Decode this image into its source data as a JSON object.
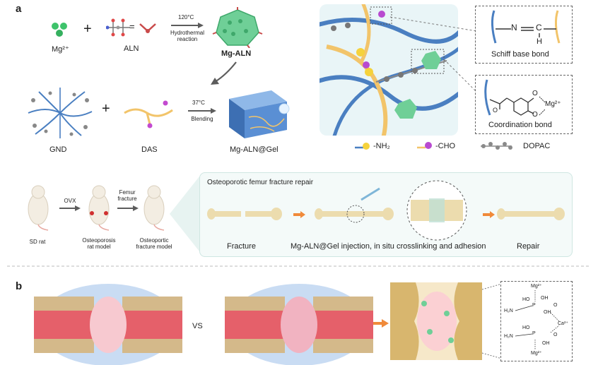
{
  "panels": {
    "a": "a",
    "b": "b"
  },
  "synthesis": {
    "mg_label": "Mg²⁺",
    "aln_label": "ALN",
    "plus": "+",
    "equals": "=",
    "temp1": "120°C",
    "step1_line1": "Hydrothermal",
    "step1_line2": "reaction",
    "mg_aln_label": "Mg-ALN",
    "gnd_label": "GND",
    "das_label": "DAS",
    "temp2": "37°C",
    "step2": "Blending",
    "gel_label": "Mg-ALN@Gel"
  },
  "bonds": {
    "schiff_formula_n": "N",
    "schiff_formula_c": "C",
    "schiff_formula_h": "H",
    "schiff_label": "Schiff base bond",
    "coord_o1": "O",
    "coord_o2": "O",
    "coord_mg": "Mg²⁺",
    "coord_label": "Coordination bond"
  },
  "legend": {
    "nh2": "-NH₂",
    "cho": "-CHO",
    "dopac": "DOPAC"
  },
  "animal": {
    "sd_rat": "SD rat",
    "ovx": "OVX",
    "femur_line1": "Femur",
    "femur_line2": "fracture",
    "osteo_line1": "Osteoporosis",
    "osteo_line2": "rat model",
    "fracture_model_line1": "Osteoportic",
    "fracture_model_line2": "fracture model"
  },
  "repair": {
    "title": "Osteoporotic femur fracture repair",
    "fracture": "Fracture",
    "injection": "Mg-ALN@Gel injection, in situ crosslinking and adhesion",
    "repair_label": "Repair"
  },
  "panel_b": {
    "vs": "VS",
    "chem": {
      "mg_top": "Mg²⁺",
      "ca": "Ca²⁺",
      "mg_bottom": "Mg²⁺",
      "nh2_1": "H₂N",
      "nh2_2": "H₂N",
      "oh_labels": [
        "OH",
        "HO",
        "OH",
        "O",
        "P",
        "P",
        "HO",
        "OH",
        "O"
      ]
    }
  },
  "colors": {
    "hydrogel_blue": "#4a7fc1",
    "das_yellow": "#f2c46a",
    "mg_green": "#3ec36b",
    "bone": "#ecdcae",
    "marrow_red": "#e5606a",
    "arrow_gray": "#5c5c5c",
    "arrow_orange": "#f08a3a"
  }
}
